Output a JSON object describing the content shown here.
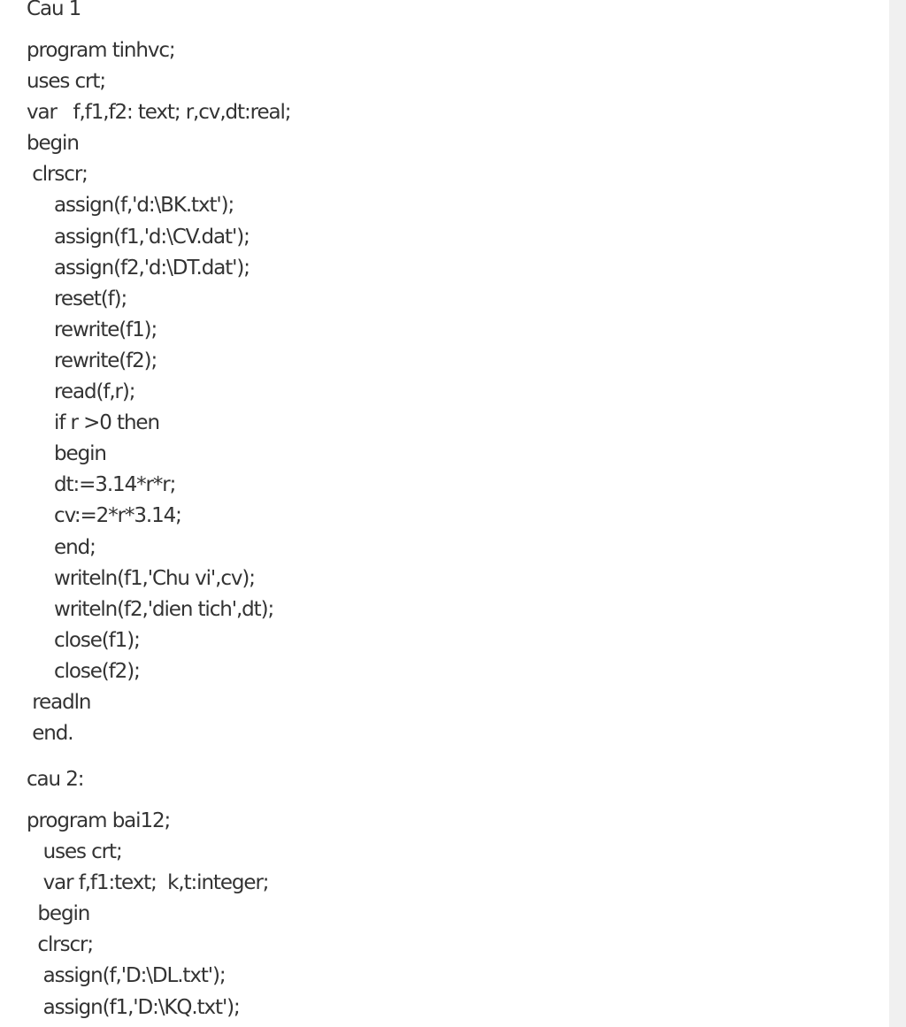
{
  "section1": {
    "heading": "Cau 1",
    "lines": [
      "program tinhvc;",
      "uses crt;",
      "var   f,f1,f2: text; r,cv,dt:real;",
      "begin",
      " clrscr;",
      "     assign(f,'d:\\BK.txt');",
      "     assign(f1,'d:\\CV.dat');",
      "     assign(f2,'d:\\DT.dat');",
      "     reset(f);",
      "     rewrite(f1);",
      "     rewrite(f2);",
      "     read(f,r);",
      "     if r >0 then",
      "     begin",
      "     dt:=3.14*r*r;",
      "     cv:=2*r*3.14;",
      "     end;",
      "     writeln(f1,'Chu vi',cv);",
      "     writeln(f2,'dien tich',dt);",
      "     close(f1);",
      "     close(f2);",
      " readln",
      " end."
    ]
  },
  "section2": {
    "heading": "cau 2:",
    "lines": [
      "program bai12;",
      "   uses crt;",
      "   var f,f1:text;  k,t:integer;",
      "  begin",
      "  clrscr;",
      "   assign(f,'D:\\DL.txt');",
      "   assign(f1,'D:\\KQ.txt');"
    ]
  }
}
